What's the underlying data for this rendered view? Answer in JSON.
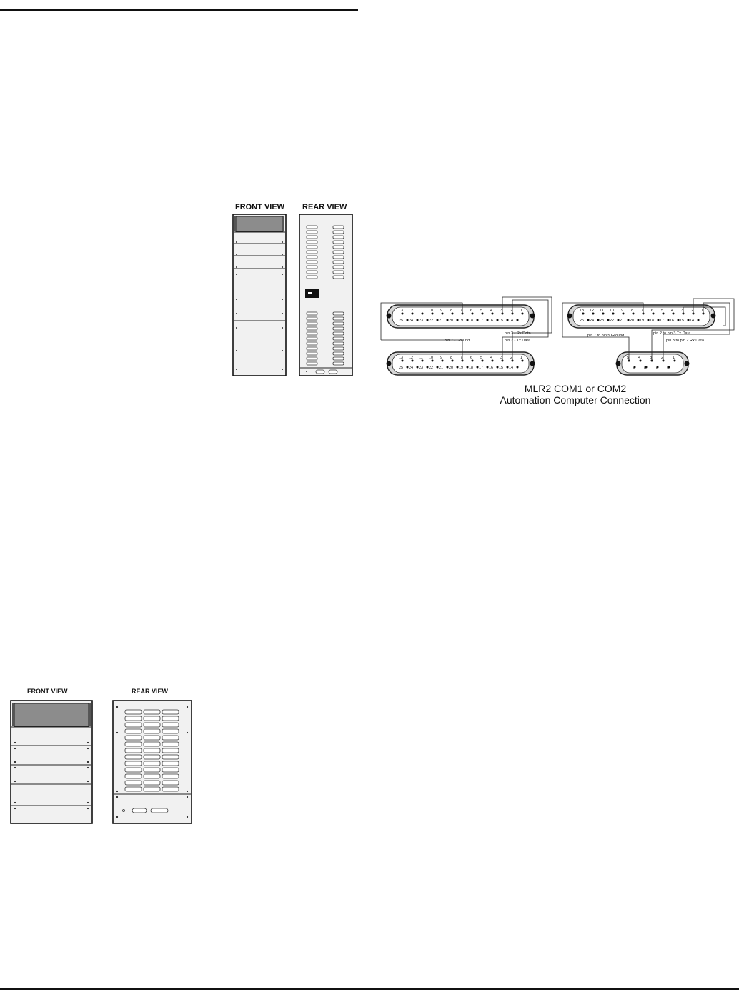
{
  "figures": {
    "frame_large": {
      "front_label": "FRONT VIEW",
      "rear_label": "REAR VIEW"
    },
    "frame_small": {
      "front_label": "FRONT VIEW",
      "rear_label": "REAR VIEW"
    }
  },
  "wiring": {
    "caption_line1": "MLR2 COM1 or COM2",
    "caption_line2": "Automation Computer Connection",
    "left": {
      "labels": [
        "pin 3 - Rx Data",
        "pin 7 - Ground",
        "pin 2 - Tx Data"
      ],
      "top_row_a": [
        "13",
        "12",
        "11",
        "10",
        "9",
        "8",
        "7",
        "6",
        "5",
        "4",
        "3",
        "2",
        "1"
      ],
      "top_row_b": [
        "25",
        "24",
        "23",
        "22",
        "21",
        "20",
        "19",
        "18",
        "17",
        "16",
        "15",
        "14"
      ],
      "bottom_row_a": [
        "13",
        "12",
        "11",
        "10",
        "9",
        "8",
        "7",
        "6",
        "5",
        "4",
        "3",
        "2",
        "1"
      ],
      "bottom_row_b": [
        "25",
        "24",
        "23",
        "22",
        "21",
        "20",
        "19",
        "18",
        "17",
        "16",
        "15",
        "14"
      ]
    },
    "right": {
      "labels": [
        "pin 7 to pin 5 Ground",
        "pin 2 to pin 3 Tx Data",
        "pin 3 to pin 2 Rx Data"
      ],
      "top_row_a": [
        "13",
        "12",
        "11",
        "10",
        "9",
        "8",
        "7",
        "6",
        "5",
        "4",
        "3",
        "2",
        "1"
      ],
      "top_row_b": [
        "25",
        "24",
        "23",
        "22",
        "21",
        "20",
        "19",
        "18",
        "17",
        "16",
        "15",
        "14"
      ],
      "db9_row_a": [
        "5",
        "4",
        "3",
        "2",
        "1"
      ],
      "db9_row_b": [
        "9",
        "8",
        "7",
        "6"
      ]
    }
  }
}
